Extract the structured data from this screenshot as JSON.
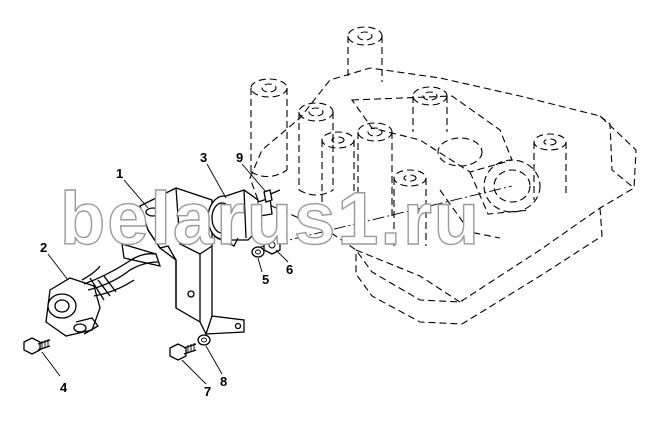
{
  "watermark": "belarus1.ru",
  "callouts": [
    {
      "id": "c1",
      "label": "1"
    },
    {
      "id": "c2",
      "label": "2"
    },
    {
      "id": "c3",
      "label": "3"
    },
    {
      "id": "c4",
      "label": "4"
    },
    {
      "id": "c5",
      "label": "5"
    },
    {
      "id": "c6",
      "label": "6"
    },
    {
      "id": "c7",
      "label": "7"
    },
    {
      "id": "c8",
      "label": "8"
    },
    {
      "id": "c9",
      "label": "9"
    }
  ]
}
